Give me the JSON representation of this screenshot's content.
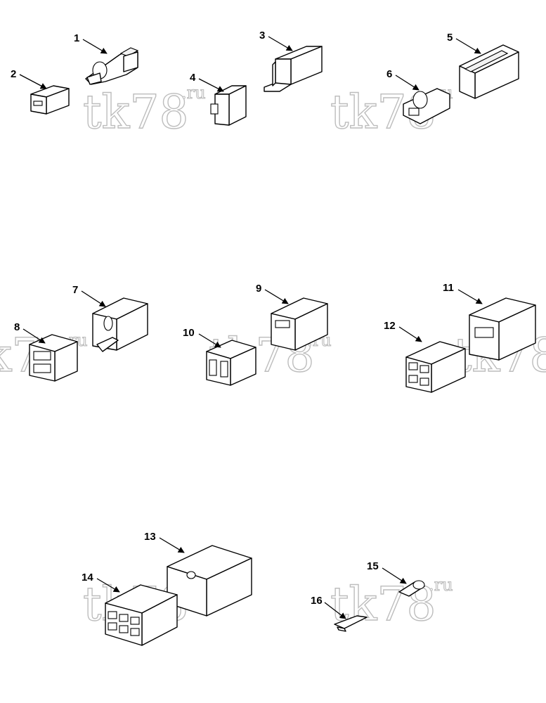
{
  "watermark": {
    "main": "tk78",
    "suffix": ".ru"
  },
  "callouts": [
    "1",
    "2",
    "3",
    "4",
    "5",
    "6",
    "7",
    "8",
    "9",
    "10",
    "11",
    "12",
    "13",
    "14",
    "15",
    "16"
  ],
  "colors": {
    "line": "#000000",
    "watermark": "#bdbdbd",
    "background": "#ffffff"
  }
}
